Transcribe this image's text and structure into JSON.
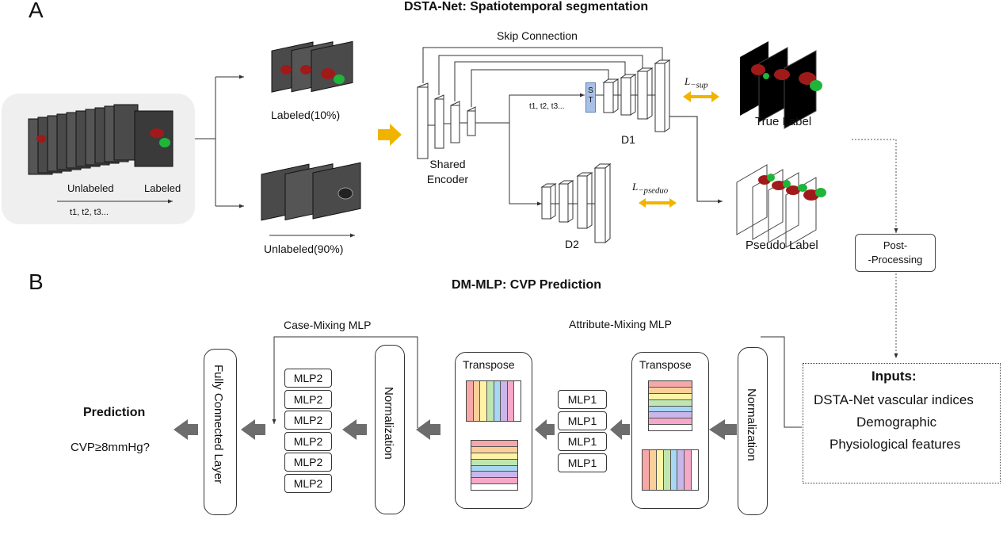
{
  "panel_a": {
    "letter": "A",
    "title": "DSTA-Net: Spatiotemporal segmentation",
    "input_unlabeled": "Unlabeled",
    "input_labeled": "Labeled",
    "input_time": "t1, t2, t3...",
    "labeled_caption": "Labeled(10%)",
    "unlabeled_caption": "Unlabeled(90%)",
    "skip_connection": "Skip Connection",
    "encoder": "Shared\nEncoder",
    "time_label": "t1, t2, t3...",
    "st_block": "S\nT",
    "d1": "D1",
    "d2": "D2",
    "loss_sup": "L",
    "loss_sup_sub": "−sup",
    "loss_pseudo": "L",
    "loss_pseudo_sub": "−pseduo",
    "true_label": "True Label",
    "pseudo_label": "Pseudo Label",
    "post_processing": "Post-\n-Processing"
  },
  "panel_b": {
    "letter": "B",
    "title": "DM-MLP:  CVP Prediction",
    "prediction_title": "Prediction",
    "prediction_question": "CVP≥8mmHg?",
    "fully_connected": "Fully Connected Layer",
    "case_mixing": "Case-Mixing MLP",
    "normalization_1": "Normalization",
    "mlp2_items": [
      "MLP2",
      "MLP2",
      "MLP2",
      "MLP2",
      "MLP2",
      "MLP2"
    ],
    "attribute_mixing": "Attribute-Mixing MLP",
    "transpose_1": "Transpose",
    "transpose_2": "Transpose",
    "mlp1_items": [
      "MLP1",
      "MLP1",
      "MLP1",
      "MLP1"
    ],
    "normalization_2": "Normalization",
    "inputs_title": "Inputs:",
    "inputs_items": [
      "DSTA-Net vascular indices",
      "Demographic",
      "Physiological features"
    ]
  },
  "colors": {
    "encoder_bg": "#d9ead3",
    "d1_bg": "#fdebb5",
    "d2_bg": "#a9c0e6",
    "case_mixing_bg": "#f2dfd0",
    "attribute_mixing_bg": "#d6def0",
    "arrow_orange": "#f0b400",
    "arrow_grey": "#6d6d6d",
    "seg_red": "#a01a1a",
    "seg_green": "#1fb53a",
    "grid_stripes": [
      "#f6a8a8",
      "#f9cf9a",
      "#fff3a6",
      "#bfe6b0",
      "#a9d6f2",
      "#c9b6ea",
      "#f6a8c8",
      "#ffffff"
    ]
  }
}
